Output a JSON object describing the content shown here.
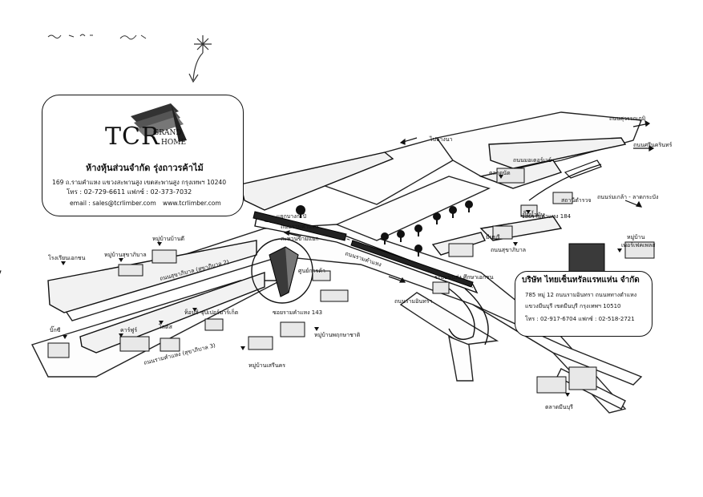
{
  "company_tcr": {
    "logo_main": "TCR",
    "logo_sub1": "GRAND",
    "logo_sub2": "HOME",
    "name": "ห้างหุ้นส่วนจำกัด รุ่งถาวรค้าไม้",
    "address": "169 ถ.รามคำแหง แขวงสะพานสูง เขตสะพานสูง กรุงเทพฯ 10240",
    "phone": "โทร : 02-729-6611 แฟกซ์ : 02-373-7032",
    "email": "email : sales@tcrlimber.com",
    "web": "www.tcrlimber.com"
  },
  "company_thai": {
    "name": "บริษัท ไทยเซ็นทรัลแรทแห่น จำกัด",
    "address1": "785 หมู่ 12 ถนนรามอินทรา ถนนหทางตำแหง",
    "address2": "แขวงมีนบุรี เขตมีนบุรี กรุงเทพฯ 10510",
    "phone": "โทร : 02-917-6704 แฟกซ์ : 02-518-2721"
  },
  "labels": {
    "lbl_bangna": "ไปบางนา",
    "lbl_suvarna": "ถนนสุวรรณภูมิ",
    "lbl_rama9": "ถนนศรีนครินทร์",
    "lbl_rama9b": "ถนนมอเตอร์เวย์",
    "lbl_lat_krabang": "ถนนร่มเกล้า - ลาดกระบัง",
    "lbl_market": "ตลาดนัด",
    "lbl_police": "สถานีตำรวจ",
    "lbl_soi184": "ซอยรามคำแหง 184",
    "lbl_petrol": "ปั๊มน้ำมัน",
    "lbl_ram_suk": "ถนนสุขาภิบาล",
    "lbl_minburi": "มีนบุรี",
    "lbl_ramindra": "ถนนรามอินทรา",
    "lbl_village1": "หมู่บ้าน",
    "lbl_village1b": "เพอร์เฟคเพลส",
    "lbl_school1": "โรงเรียนเอกชน",
    "lbl_village2": "หมู่บ้านสุขาภิบาล",
    "lbl_village3": "หมู่บ้านบ้านดี",
    "lbl_road_sukha2": "ถนนสุขาภิบาล (สุขาภิบาล 2)",
    "lbl_kapi": "แยกบางกะปิ",
    "lbl_tcr_road": "ถนนรามคำแหง",
    "lbl_toyota": "ท็อปส์ ซุปเปอร์มาร์เก็ต",
    "lbl_lotus": "โลตัส",
    "lbl_carrefour": "คาร์ฟูร์",
    "lbl_soi143": "ซอยรามคำแหง 143",
    "lbl_village4": "หมู่บ้านพฤกษาชาติ",
    "lbl_village5": "หมู่บ้านเสรีนคร",
    "lbl_road_sukha3": "ถนนรามคำแหง (สุขาภิบาล 3)",
    "lbl_big": "บิ๊กซี",
    "lbl_ram_ram": "ถนนรามคำแหง",
    "lbl_minburi_market": "ตลาดมีนบุรี",
    "lbl_bridge": "สะพานข้ามแยก",
    "lbl_center": "ศูนย์การค้า",
    "lbl_bus": "ระบบขนส่ง ศึกษาเอกชน"
  }
}
